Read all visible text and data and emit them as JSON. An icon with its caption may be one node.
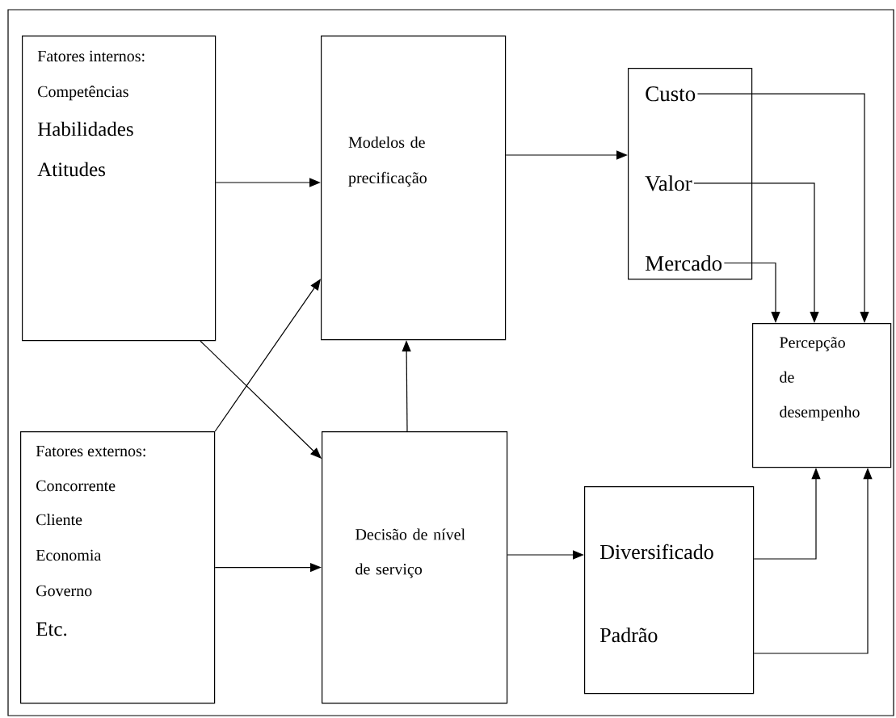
{
  "diagram": {
    "nodes": [
      {
        "text": [
          "Fatores internos:",
          "Competências",
          "Habilidades",
          "Atitudes"
        ]
      },
      {
        "text": [
          "Modelos de precificação"
        ]
      },
      {
        "text": [],
        "shape": "box"
      },
      {
        "text": [
          "Custo"
        ],
        "in": 2
      },
      {
        "text": [
          "Valor"
        ],
        "in": 2
      },
      {
        "text": [
          "Mercado"
        ],
        "in": 2
      },
      {
        "text": [
          "Percepção de desempenho"
        ]
      },
      {
        "text": [
          "Fatores externos:",
          "Concorrente",
          "Cliente",
          "Economia",
          "Governo",
          "Etc."
        ]
      },
      {
        "text": [
          "Decisão de nível de serviço"
        ]
      },
      {
        "text": [
          "Diversificado",
          "Padrão"
        ]
      }
    ],
    "edges": [
      {
        "from": 0,
        "to": 1,
        "arrow": "to"
      },
      {
        "from": 0,
        "to": 8,
        "arrow": "to"
      },
      {
        "from": 7,
        "to": 1,
        "arrow": "to"
      },
      {
        "from": 7,
        "to": 8,
        "arrow": "to"
      },
      {
        "from": 8,
        "to": 1,
        "arrow": "to"
      },
      {
        "from": 1,
        "to": 2,
        "arrow": "to"
      },
      {
        "from": 3,
        "to": 6,
        "arrow": "to"
      },
      {
        "from": 4,
        "to": 6,
        "arrow": "to"
      },
      {
        "from": 5,
        "to": 6,
        "arrow": "to"
      },
      {
        "from": 8,
        "to": 9,
        "arrow": "to"
      },
      {
        "from": 9,
        "to": 6,
        "arrow": "to"
      },
      {
        "from": 9,
        "to": 6,
        "arrow": "to"
      }
    ]
  }
}
